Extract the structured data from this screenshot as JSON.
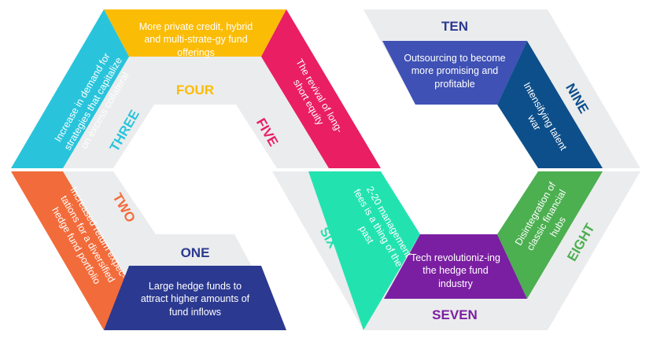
{
  "colors": {
    "one": "#2b3990",
    "two": "#f26b3a",
    "three": "#29c4dc",
    "four": "#fbbc05",
    "five": "#e91e63",
    "six": "#22e3b0",
    "seven": "#7b1fa2",
    "eight": "#4caf50",
    "nine": "#0d4f8b",
    "ten": "#3f51b5",
    "gray_band": "#ebeced"
  },
  "segments": {
    "one": {
      "label": "ONE",
      "text": "Large hedge funds to attract higher amounts of fund inflows"
    },
    "two": {
      "label": "TWO",
      "text": "Increased return expec-tations for a diversified hedge fund portfolio"
    },
    "three": {
      "label": "THREE",
      "text": "Increase in demand for strategies that capitalize on excess collateral"
    },
    "four": {
      "label": "FOUR",
      "text": "More private credit, hybrid and multi-strate-gy fund offerings"
    },
    "five": {
      "label": "FIVE",
      "text": "The revival of long-short equity"
    },
    "six": {
      "label": "SIX",
      "text": "2-20 management fees is a thing of the past"
    },
    "seven": {
      "label": "SEVEN",
      "text": "Tech revolutioniz-ing the hedge fund industry"
    },
    "eight": {
      "label": "EIGHT",
      "text": "Disintegration of classic financial hubs"
    },
    "nine": {
      "label": "NINE",
      "text": "Intensifying talent war"
    },
    "ten": {
      "label": "TEN",
      "text": "Outsourcing to become more promising and profitable"
    }
  }
}
